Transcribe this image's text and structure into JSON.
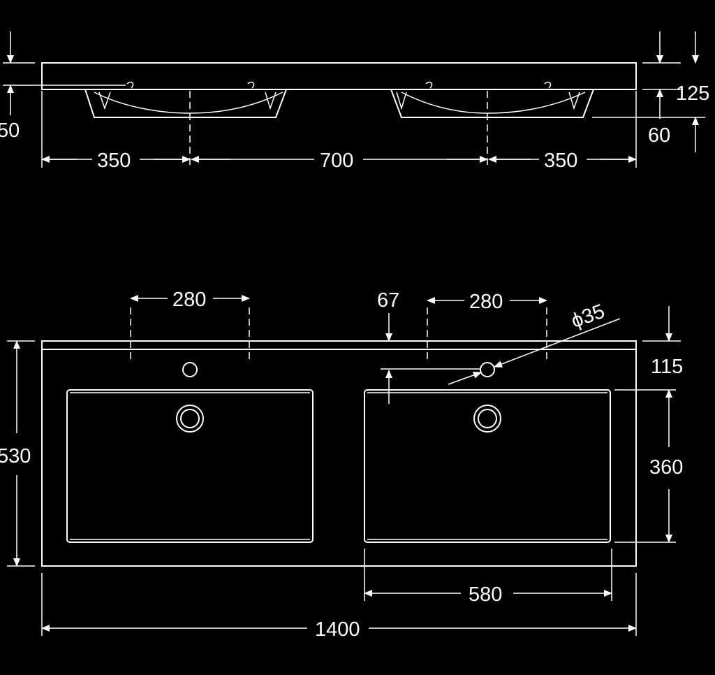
{
  "side_view": {
    "left_height": "50",
    "right_thickness": "125",
    "right_bowl_depth": "60",
    "span_left": "350",
    "span_center": "700",
    "span_right": "350"
  },
  "top_view": {
    "tap_left_spacing": "280",
    "tap_right_spacing": "280",
    "back_offset": "67",
    "hole_diameter": "ϕ35",
    "top_to_basin": "115",
    "depth": "530",
    "basin_length": "360",
    "basin_width": "580",
    "total_width": "1400"
  },
  "colors": {
    "background": "#000000",
    "lines": "#ffffff"
  }
}
